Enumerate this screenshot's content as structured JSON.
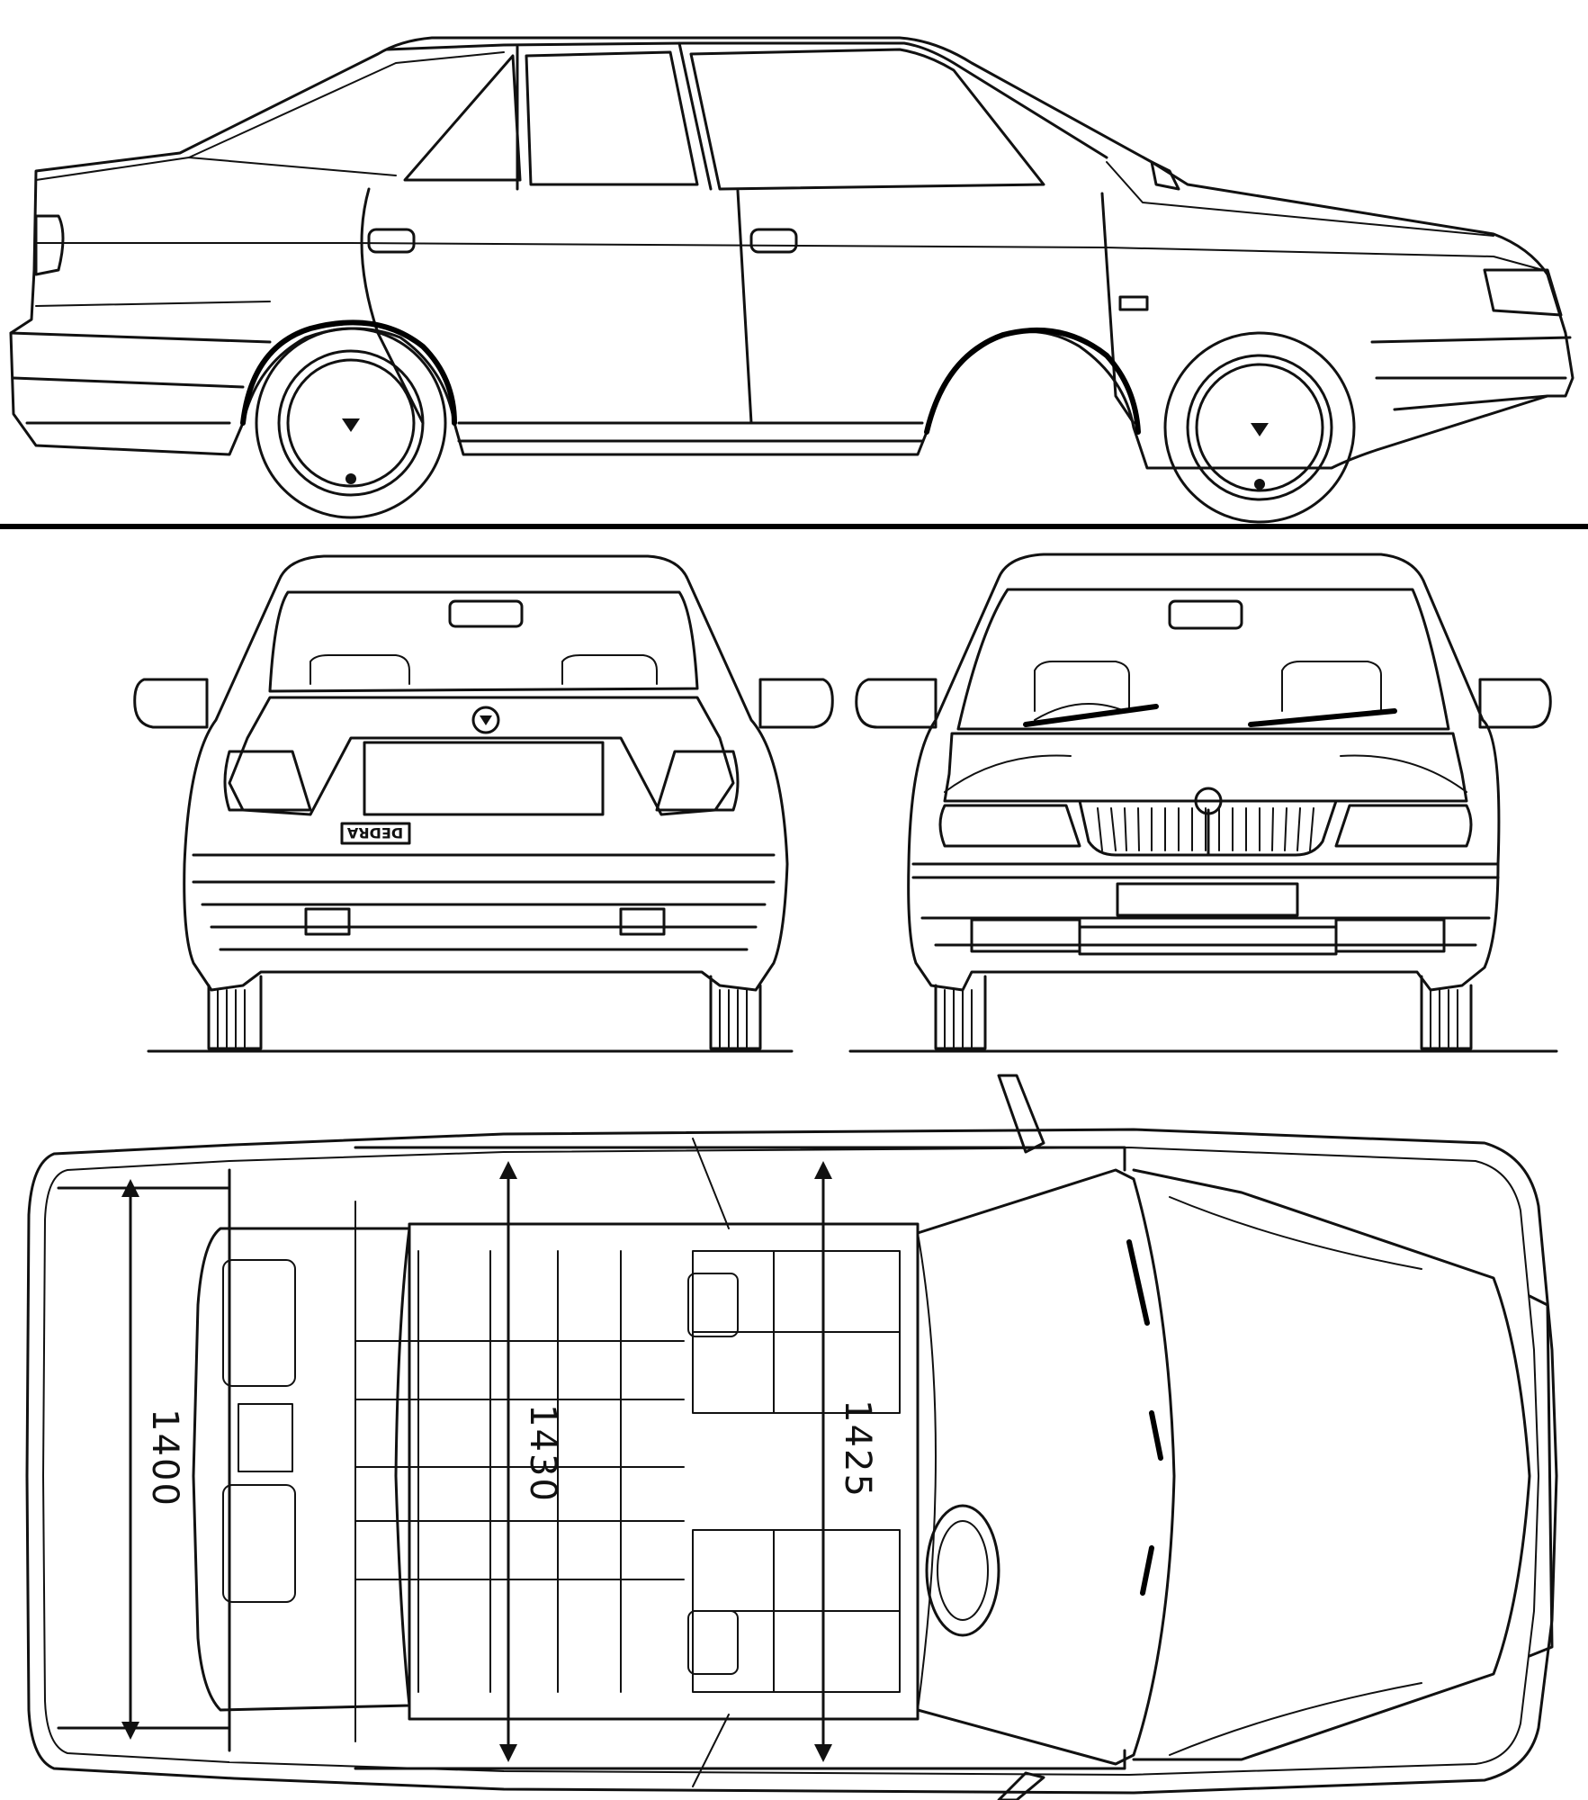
{
  "dimensions": {
    "rear_track": "1400",
    "mid_width": "1430",
    "front_width": "1425"
  },
  "plate": {
    "text": "DEDRA"
  },
  "colors": {
    "ink": "#111111",
    "paper": "#ffffff"
  }
}
